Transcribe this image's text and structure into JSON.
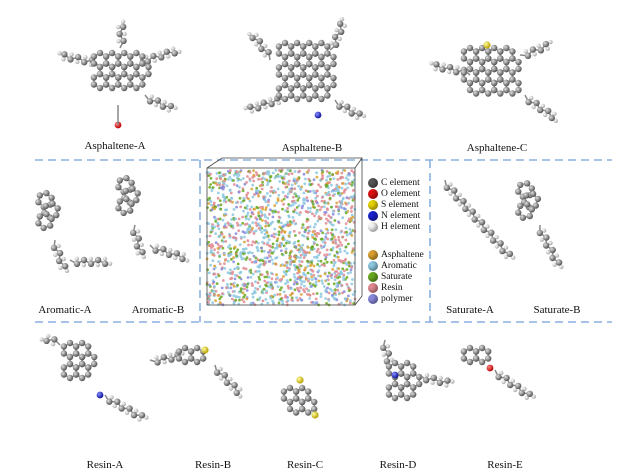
{
  "molecules": {
    "asphaltene_a": "Asphaltene-A",
    "asphaltene_b": "Asphaltene-B",
    "asphaltene_c": "Asphaltene-C",
    "aromatic_a": "Aromatic-A",
    "aromatic_b": "Aromatic-B",
    "saturate_a": "Saturate-A",
    "saturate_b": "Saturate-B",
    "resin_a": "Resin-A",
    "resin_b": "Resin-B",
    "resin_c": "Resin-C",
    "resin_d": "Resin-D",
    "resin_e": "Resin-E"
  },
  "legend": {
    "elements": [
      {
        "label": "C element",
        "color": "#555555"
      },
      {
        "label": "O element",
        "color": "#dd1111"
      },
      {
        "label": "S element",
        "color": "#e6d200"
      },
      {
        "label": "N element",
        "color": "#1a22cc"
      },
      {
        "label": "H element",
        "color": "#f2f2f2"
      }
    ],
    "components": [
      {
        "label": "Asphaltene",
        "color": "#d9a030"
      },
      {
        "label": "Aromatic",
        "color": "#8cc8e0"
      },
      {
        "label": "Saturate",
        "color": "#6aa820"
      },
      {
        "label": "Resin",
        "color": "#e08890"
      },
      {
        "label": "polymer",
        "color": "#8888dd"
      }
    ]
  },
  "divider_color": "#8ab0e0"
}
